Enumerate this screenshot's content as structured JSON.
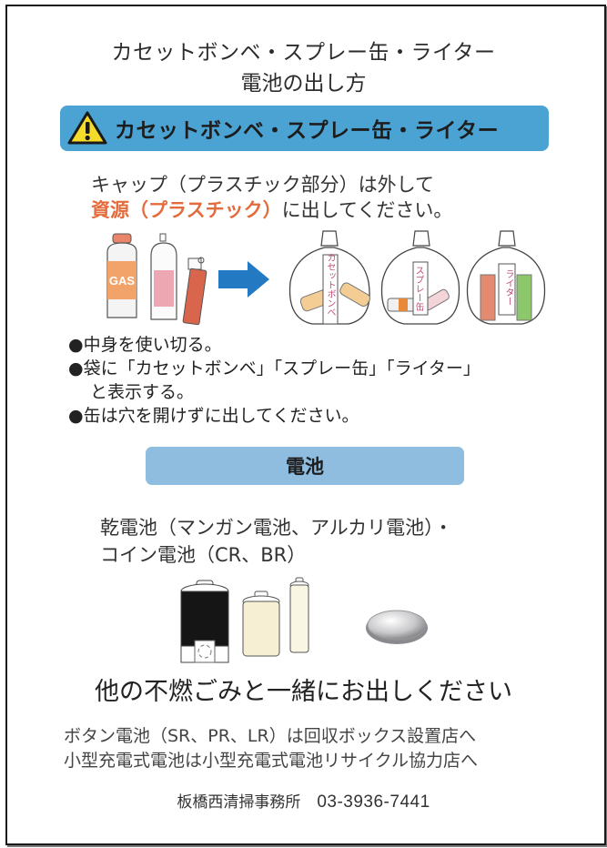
{
  "header": {
    "title_line1": "カセットボンベ・スプレー缶・ライター",
    "title_line2": "電池の出し方"
  },
  "section_gas": {
    "banner_label": "カセットボンベ・スプレー缶・ライター",
    "banner_icon": "warning-icon",
    "banner_color": "#4ba3d3",
    "instruction_line1": "キャップ（プラスチック部分）は外して",
    "instruction_highlight": "資源（プラスチック）",
    "instruction_line2_rest": "に出してください。",
    "highlight_color": "#e46b3c",
    "illustration": {
      "items": [
        {
          "name": "gas-can",
          "label": "GAS"
        },
        {
          "name": "spray-can"
        },
        {
          "name": "lighter"
        }
      ],
      "arrow": "arrow-right-icon",
      "bags": [
        {
          "label": "カセットボンベ"
        },
        {
          "label": "スプレー缶"
        },
        {
          "label": "ライター"
        }
      ]
    },
    "bullets": [
      {
        "marker": "●",
        "text": "中身を使い切る。"
      },
      {
        "marker": "●",
        "text": "袋に「カセットボンベ」「スプレー缶」「ライター」",
        "continuation": "と表示する。"
      },
      {
        "marker": "●",
        "text": "缶は穴を開けずに出してください。"
      }
    ]
  },
  "section_battery": {
    "banner_label": "電池",
    "banner_color": "#8fbde0",
    "types_line1": "乾電池（マンガン電池、アルカリ電池）・",
    "types_line2": "コイン電池（CR、BR）",
    "instruction": "他の不燃ごみと一緒にお出しください",
    "notes": [
      "ボタン電池（SR、PR、LR）は回収ボックス設置店へ",
      "小型充電式電池は小型充電式電池リサイクル協力店へ"
    ]
  },
  "footer": {
    "office": "板橋西清掃事務所",
    "phone": "03-3936-7441"
  }
}
